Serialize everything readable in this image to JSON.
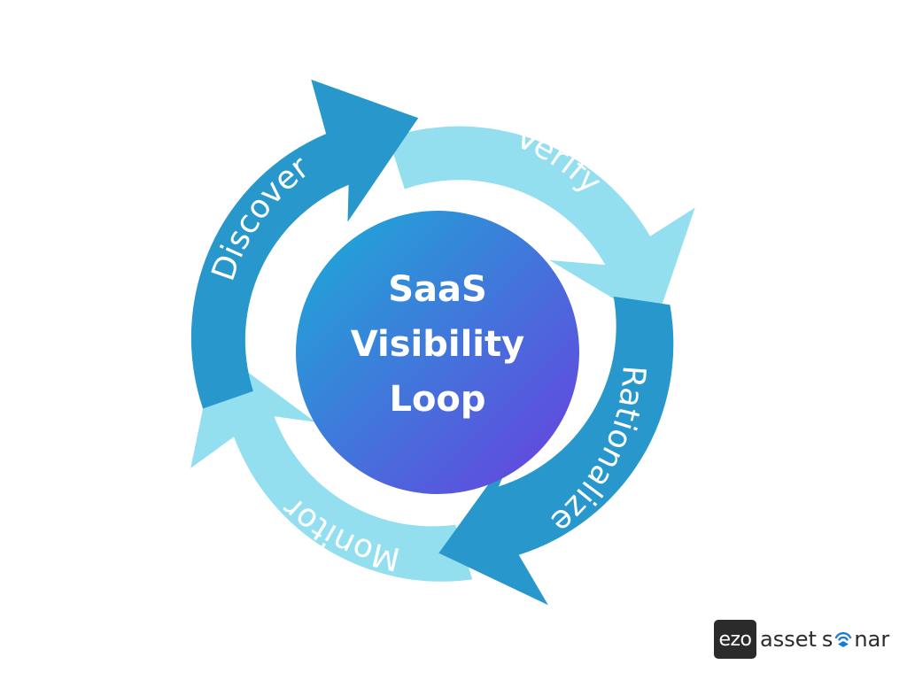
{
  "diagram": {
    "title_lines": [
      "SaaS",
      "Visibility",
      "Loop"
    ],
    "stages": [
      {
        "id": "discover",
        "label": "Discover",
        "shade": "dark"
      },
      {
        "id": "verify",
        "label": "Verify",
        "shade": "light"
      },
      {
        "id": "rationalize",
        "label": "Rationalize",
        "shade": "dark"
      },
      {
        "id": "monitor",
        "label": "Monitor",
        "shade": "light"
      }
    ]
  },
  "colors": {
    "dark_arrow": "#2898cc",
    "light_arrow": "#93dff0",
    "center_gradient_start": "#19aed6",
    "center_gradient_end": "#6a3ee0",
    "text": "#ffffff",
    "logo_dark": "#2b2b2b",
    "logo_accent": "#1e7bd3"
  },
  "logo": {
    "box_text": "ezo",
    "word_part1": "asset",
    "word_part2": "s",
    "word_part3": "nar",
    "icon": "sonar-signal-icon"
  }
}
